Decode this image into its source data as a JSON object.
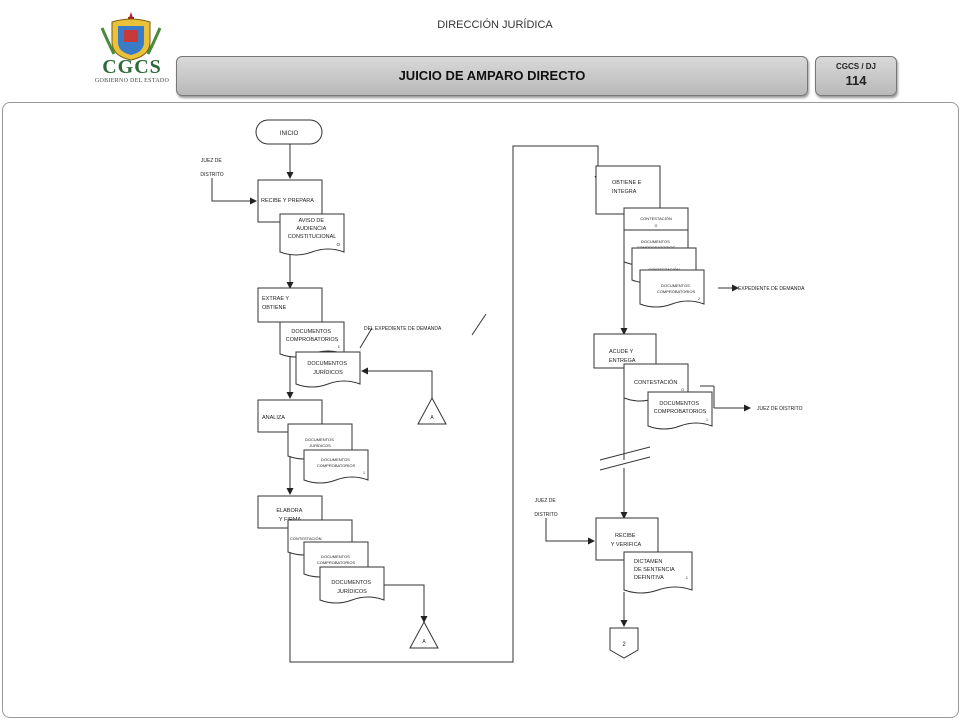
{
  "header": {
    "org_logo_text": "CGCS",
    "org_logo_subtitle": "GOBIERNO DEL ESTADO",
    "department": "DIRECCIÓN JURÍDICA",
    "title": "JUICIO DE AMPARO DIRECTO",
    "code_label": "CGCS / DJ",
    "code_number": "114"
  },
  "flow": {
    "inicio": "INICIO",
    "juez_distrito_1": [
      "JUEZ DE",
      "DISTRITO"
    ],
    "recibe_prepara": "RECIBE Y PREPARA",
    "aviso_audiencia": [
      "AVISO DE",
      "AUDIENCIA",
      "CONSTITUCIONAL"
    ],
    "aviso_copy": "O",
    "extrae_obtiene": [
      "EXTRAE Y",
      "OBTIENE"
    ],
    "docs_comprobatorios_1": [
      "DOCUMENTOS",
      "COMPROBATORIOS"
    ],
    "docs_comprobatorios_1_copy": "1",
    "del_expediente": "DEL EXPEDIENTE DE DEMANDA",
    "docs_juridicos_1": [
      "DOCUMENTOS",
      "JURÍDICOS"
    ],
    "connector_a": "A",
    "analiza": "ANALIZA",
    "docs_juridicos_2": [
      "DOCUMENTOS",
      "JURÍDICOS"
    ],
    "docs_comprobatorios_2": [
      "DOCUMENTOS",
      "COMPROBATORIOS"
    ],
    "docs_comprobatorios_2_copy": "1",
    "elabora_firma": [
      "ELABORA",
      "Y FIRMA"
    ],
    "contestacion_1": "CONTESTACIÓN",
    "contestacion_1_copy": "O",
    "docs_comprobatorios_3": [
      "DOCUMENTOS",
      "COMPROBATORIOS"
    ],
    "docs_juridicos_3": [
      "DOCUMENTOS",
      "JURÍDICOS"
    ],
    "obtiene_integra": [
      "OBTIENE E",
      "INTEGRA"
    ],
    "contestacion_2": "CONTESTACIÓN",
    "contestacion_2_copy": "O",
    "docs_comprobatorios_4": [
      "DOCUMENTOS",
      "COMPROBATORIOS"
    ],
    "docs_comprobatorios_4_copy": "1",
    "contestacion_3": "CONTESTACIÓN",
    "docs_comprobatorios_5": [
      "DOCUMENTOS",
      "COMPROBATORIOS"
    ],
    "docs_comprobatorios_5_copy": "2",
    "expediente_demanda": "EXPEDIENTE DE DEMANDA",
    "acude_entrega": [
      "ACUDE Y",
      "ENTREGA"
    ],
    "contestacion_4": "CONTESTACIÓN",
    "contestacion_4_copy": "O",
    "docs_comprobatorios_6": [
      "DOCUMENTOS",
      "COMPROBATORIOS"
    ],
    "docs_comprobatorios_6_copy": "1",
    "juez_distrito_2": "JUEZ DE DISTRITO",
    "juez_distrito_3": [
      "JUEZ DE",
      "DISTRITO"
    ],
    "recibe_verifica": [
      "RECIBE",
      "Y VERIFICA"
    ],
    "dictamen": [
      "DICTAMEN",
      "DE SENTENCIA",
      "DEFINITIVA"
    ],
    "dictamen_copy": "1",
    "connector_2": "2"
  }
}
